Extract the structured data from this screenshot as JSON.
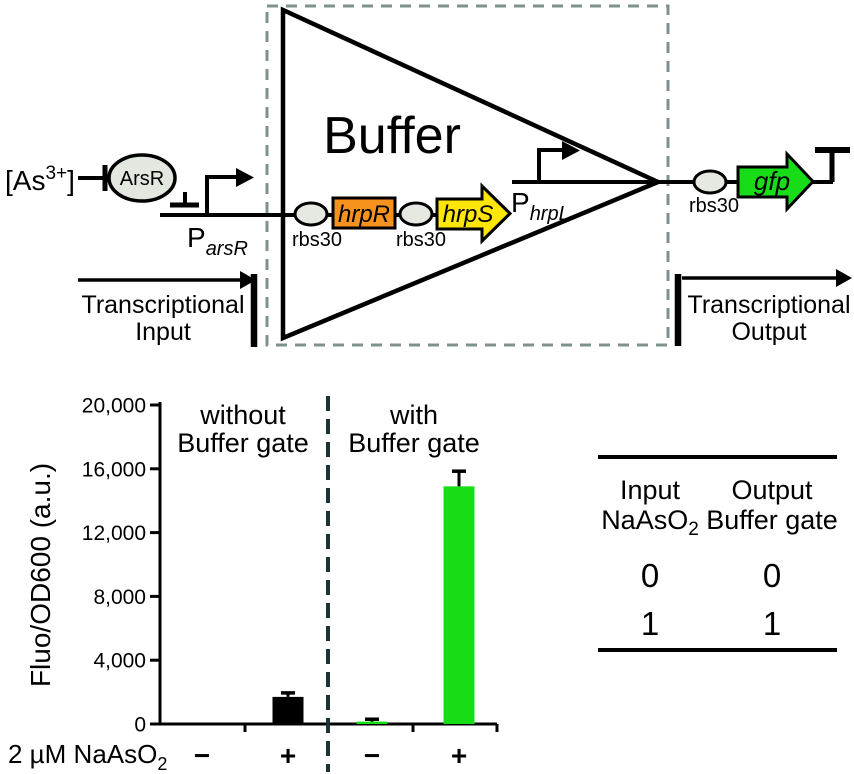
{
  "diagram": {
    "inducer": {
      "pre": "[As",
      "sup": "3+",
      "post": "]"
    },
    "regulator_label": "ArsR",
    "input_promoter": {
      "name": "P",
      "subscript": "arsR"
    },
    "gate_label": "Buffer",
    "internal_promoter": {
      "name": "P",
      "subscript": "hrpL"
    },
    "rbs_labels": [
      "rbs30",
      "rbs30",
      "rbs30"
    ],
    "gene_labels": {
      "gene1": "hrpR",
      "gene2": "hrpS",
      "reporter": "gfp"
    },
    "input_caption": {
      "line1": "Transcriptional",
      "line2": "Input"
    },
    "output_caption": {
      "line1": "Transcriptional",
      "line2": "Output"
    },
    "colors": {
      "hrpR_fill": "#f6921e",
      "hrpS_fill": "#ffe60a",
      "gfp_fill": "#17dc17",
      "rbs_fill": "#e5e9e2",
      "regulator_fill": "#e2e7e0",
      "dashed_box": "#7e918f",
      "line": "#000000"
    }
  },
  "chart_data": {
    "type": "bar",
    "title": "",
    "ylabel": "Fluo/OD600 (a.u.)",
    "xaxis_label": {
      "main": "2 µM NaAsO",
      "sub": "2"
    },
    "ylim": [
      0,
      20000
    ],
    "ytick_values": [
      0,
      4000,
      8000,
      12000,
      16000,
      20000
    ],
    "ytick_labels": [
      "0",
      "4,000",
      "8,000",
      "12,000",
      "16,000",
      "20,000"
    ],
    "grid": false,
    "separator_style": "dashed",
    "separator_color": "#1e3434",
    "group_labels": [
      {
        "line1": "without",
        "line2": "Buffer gate"
      },
      {
        "line1": "with",
        "line2": "Buffer gate"
      }
    ],
    "bars": [
      {
        "group": "without Buffer gate",
        "condition": "−",
        "value": 0,
        "error": 0,
        "color": "#000000"
      },
      {
        "group": "without Buffer gate",
        "condition": "+",
        "value": 1700,
        "error": 250,
        "color": "#000000"
      },
      {
        "group": "with Buffer gate",
        "condition": "−",
        "value": 150,
        "error": 150,
        "color": "#17dd17"
      },
      {
        "group": "with Buffer gate",
        "condition": "+",
        "value": 14900,
        "error": 950,
        "color": "#17dd17"
      }
    ]
  },
  "truth_table": {
    "headers": [
      {
        "line1": "Input",
        "line2": {
          "main": "NaAsO",
          "sub": "2"
        }
      },
      {
        "line1": "Output",
        "line2": "Buffer gate"
      }
    ],
    "rows": [
      [
        "0",
        "0"
      ],
      [
        "1",
        "1"
      ]
    ]
  }
}
